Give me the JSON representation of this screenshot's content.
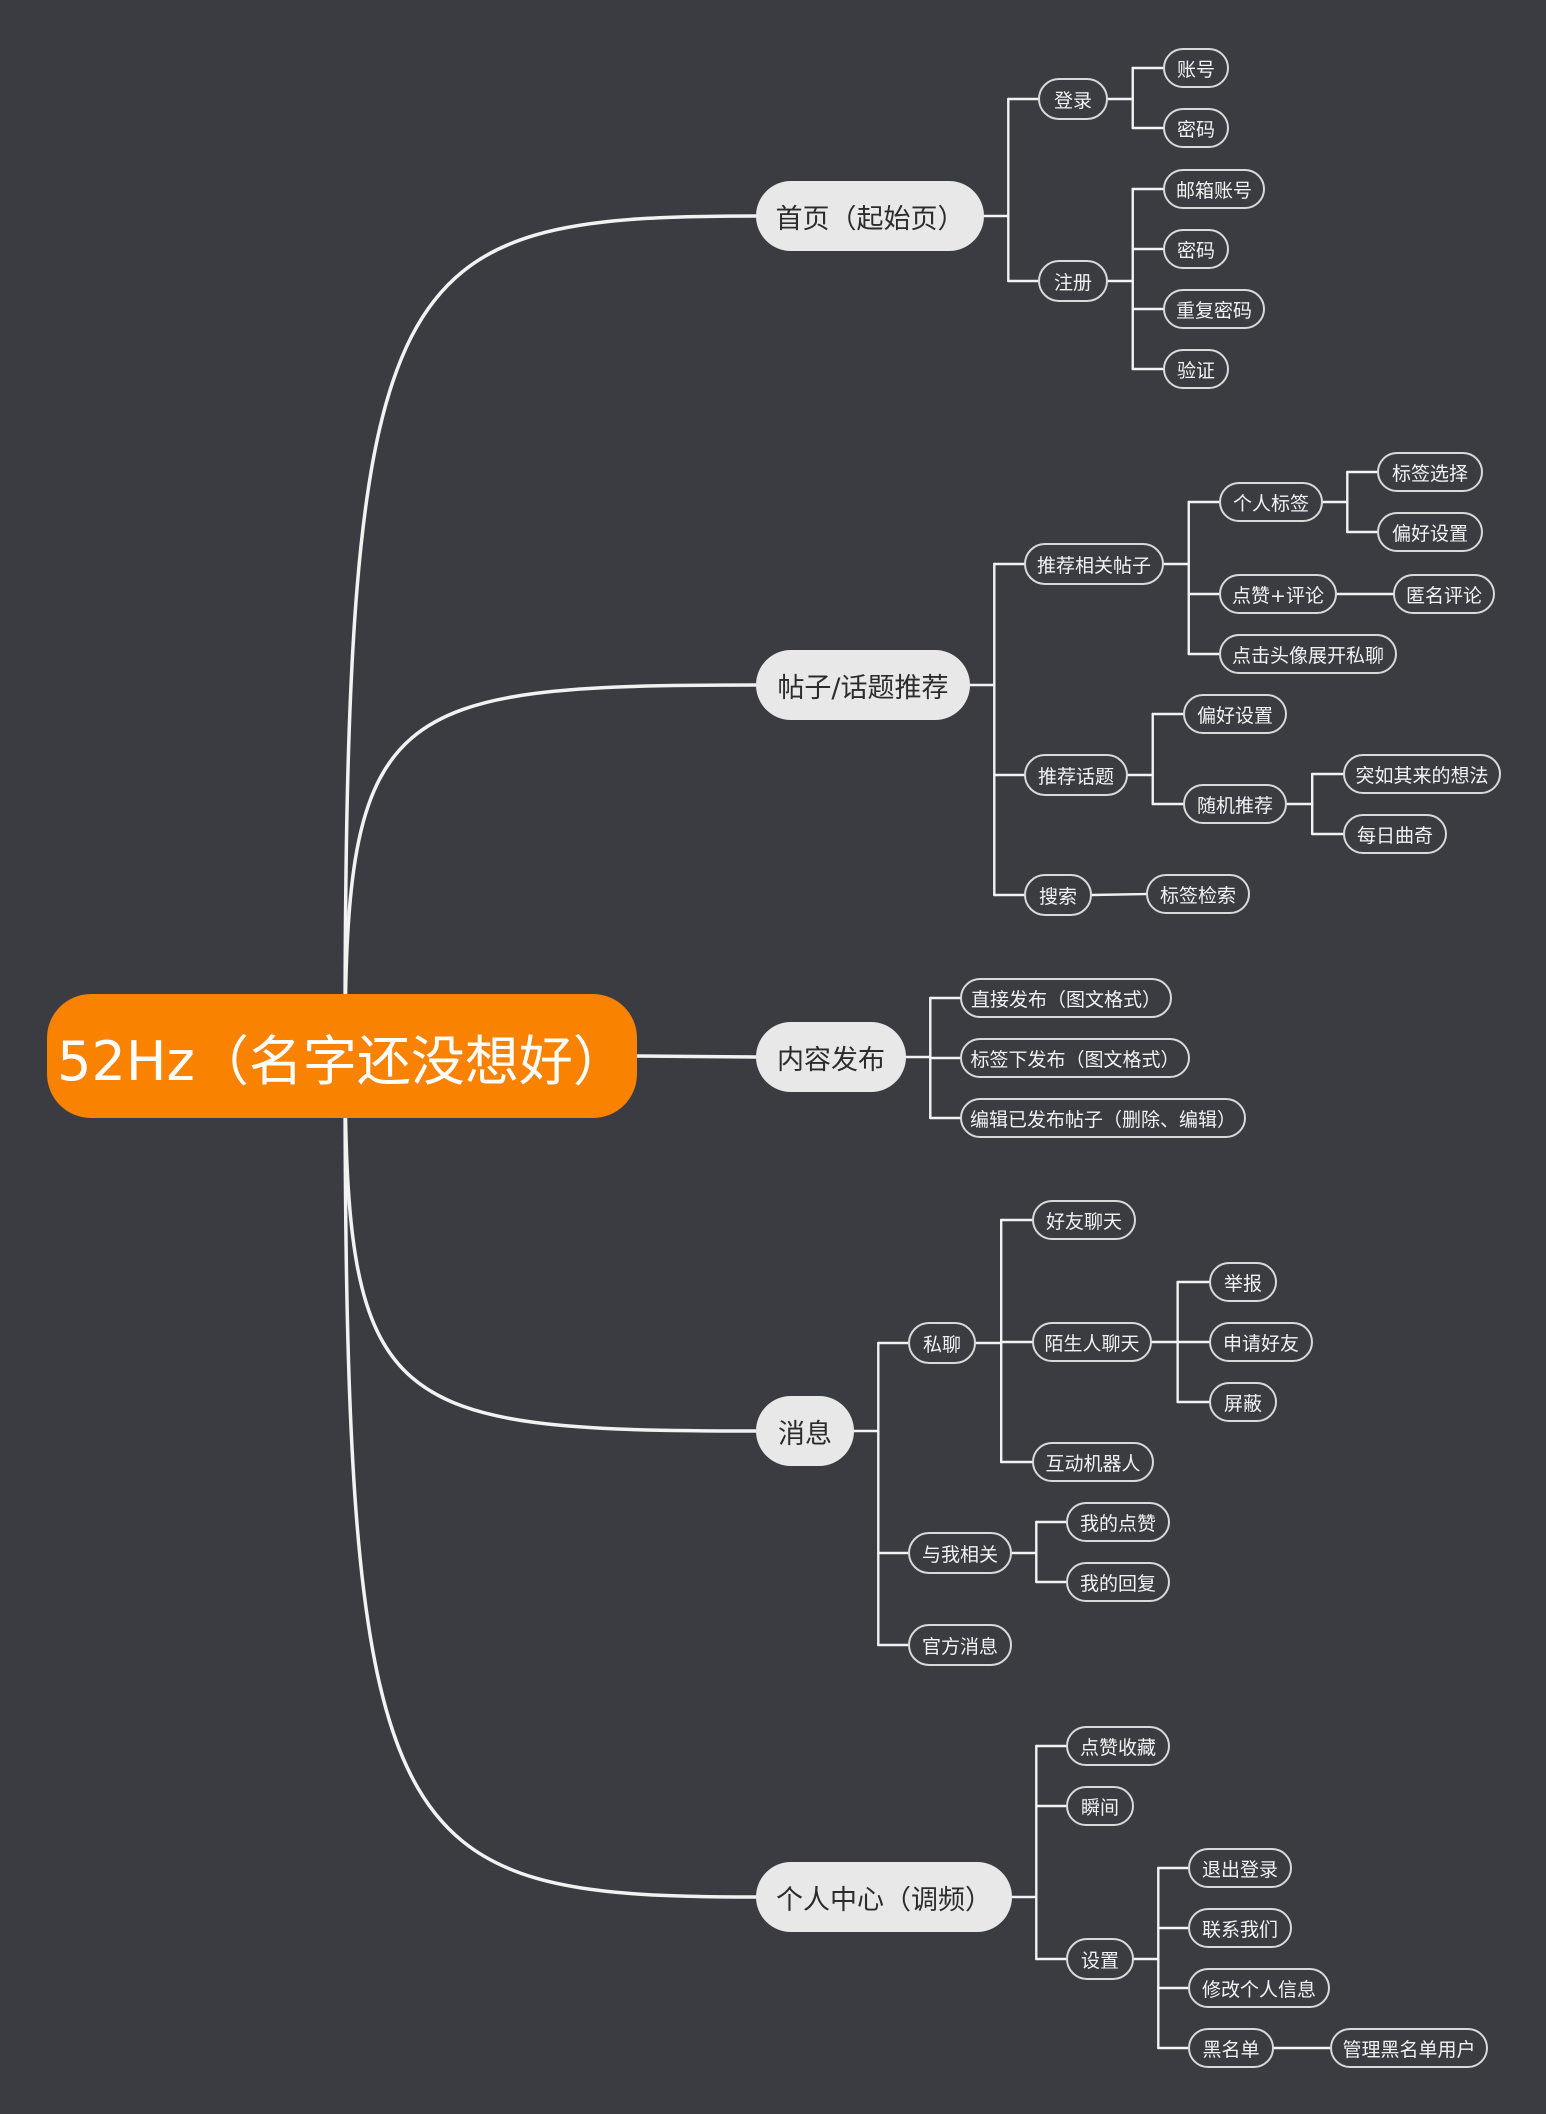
{
  "root": {
    "id": "root",
    "label": "52Hz（名字还没想好）"
  },
  "branches": [
    {
      "id": "b1",
      "parent": "root",
      "label": "首页（起始页）"
    },
    {
      "id": "b1a",
      "parent": "b1",
      "label": "登录"
    },
    {
      "id": "b1a1",
      "parent": "b1a",
      "label": "账号"
    },
    {
      "id": "b1a2",
      "parent": "b1a",
      "label": "密码"
    },
    {
      "id": "b1b",
      "parent": "b1",
      "label": "注册"
    },
    {
      "id": "b1b1",
      "parent": "b1b",
      "label": "邮箱账号"
    },
    {
      "id": "b1b2",
      "parent": "b1b",
      "label": "密码"
    },
    {
      "id": "b1b3",
      "parent": "b1b",
      "label": "重复密码"
    },
    {
      "id": "b1b4",
      "parent": "b1b",
      "label": "验证"
    },
    {
      "id": "b2",
      "parent": "root",
      "label": "帖子/话题推荐"
    },
    {
      "id": "b2a",
      "parent": "b2",
      "label": "推荐相关帖子"
    },
    {
      "id": "b2a1",
      "parent": "b2a",
      "label": "个人标签"
    },
    {
      "id": "b2a1a",
      "parent": "b2a1",
      "label": "标签选择"
    },
    {
      "id": "b2a1b",
      "parent": "b2a1",
      "label": "偏好设置"
    },
    {
      "id": "b2a2",
      "parent": "b2a",
      "label": "点赞+评论"
    },
    {
      "id": "b2a2a",
      "parent": "b2a2",
      "label": "匿名评论"
    },
    {
      "id": "b2a3",
      "parent": "b2a",
      "label": "点击头像展开私聊"
    },
    {
      "id": "b2b",
      "parent": "b2",
      "label": "推荐话题"
    },
    {
      "id": "b2b1",
      "parent": "b2b",
      "label": "偏好设置"
    },
    {
      "id": "b2b2",
      "parent": "b2b",
      "label": "随机推荐"
    },
    {
      "id": "b2b2a",
      "parent": "b2b2",
      "label": "突如其来的想法"
    },
    {
      "id": "b2b2b",
      "parent": "b2b2",
      "label": "每日曲奇"
    },
    {
      "id": "b2c",
      "parent": "b2",
      "label": "搜索"
    },
    {
      "id": "b2c1",
      "parent": "b2c",
      "label": "标签检索"
    },
    {
      "id": "b3",
      "parent": "root",
      "label": "内容发布"
    },
    {
      "id": "b3a",
      "parent": "b3",
      "label": "直接发布（图文格式）"
    },
    {
      "id": "b3b",
      "parent": "b3",
      "label": "标签下发布（图文格式）"
    },
    {
      "id": "b3c",
      "parent": "b3",
      "label": "编辑已发布帖子（删除、编辑）"
    },
    {
      "id": "b4",
      "parent": "root",
      "label": "消息"
    },
    {
      "id": "b4a",
      "parent": "b4",
      "label": "私聊"
    },
    {
      "id": "b4a1",
      "parent": "b4a",
      "label": "好友聊天"
    },
    {
      "id": "b4a2",
      "parent": "b4a",
      "label": "陌生人聊天"
    },
    {
      "id": "b4a2a",
      "parent": "b4a2",
      "label": "举报"
    },
    {
      "id": "b4a2b",
      "parent": "b4a2",
      "label": "申请好友"
    },
    {
      "id": "b4a2c",
      "parent": "b4a2",
      "label": "屏蔽"
    },
    {
      "id": "b4a3",
      "parent": "b4a",
      "label": "互动机器人"
    },
    {
      "id": "b4b",
      "parent": "b4",
      "label": "与我相关"
    },
    {
      "id": "b4b1",
      "parent": "b4b",
      "label": "我的点赞"
    },
    {
      "id": "b4b2",
      "parent": "b4b",
      "label": "我的回复"
    },
    {
      "id": "b4c",
      "parent": "b4",
      "label": "官方消息"
    },
    {
      "id": "b5",
      "parent": "root",
      "label": "个人中心（调频）"
    },
    {
      "id": "b5a",
      "parent": "b5",
      "label": "点赞收藏"
    },
    {
      "id": "b5b",
      "parent": "b5",
      "label": "瞬间"
    },
    {
      "id": "b5c",
      "parent": "b5",
      "label": "设置"
    },
    {
      "id": "b5c1",
      "parent": "b5c",
      "label": "退出登录"
    },
    {
      "id": "b5c2",
      "parent": "b5c",
      "label": "联系我们"
    },
    {
      "id": "b5c3",
      "parent": "b5c",
      "label": "修改个人信息"
    },
    {
      "id": "b5c4",
      "parent": "b5c",
      "label": "黑名单"
    },
    {
      "id": "b5c4a",
      "parent": "b5c4",
      "label": "管理黑名单用户"
    }
  ],
  "colors": {
    "background": "#3a3c42",
    "root_fill": "#f98200",
    "branch_fill": "#e8e8e8",
    "connector": "#f2f2f2",
    "leaf_border": "#d9d9d9"
  }
}
